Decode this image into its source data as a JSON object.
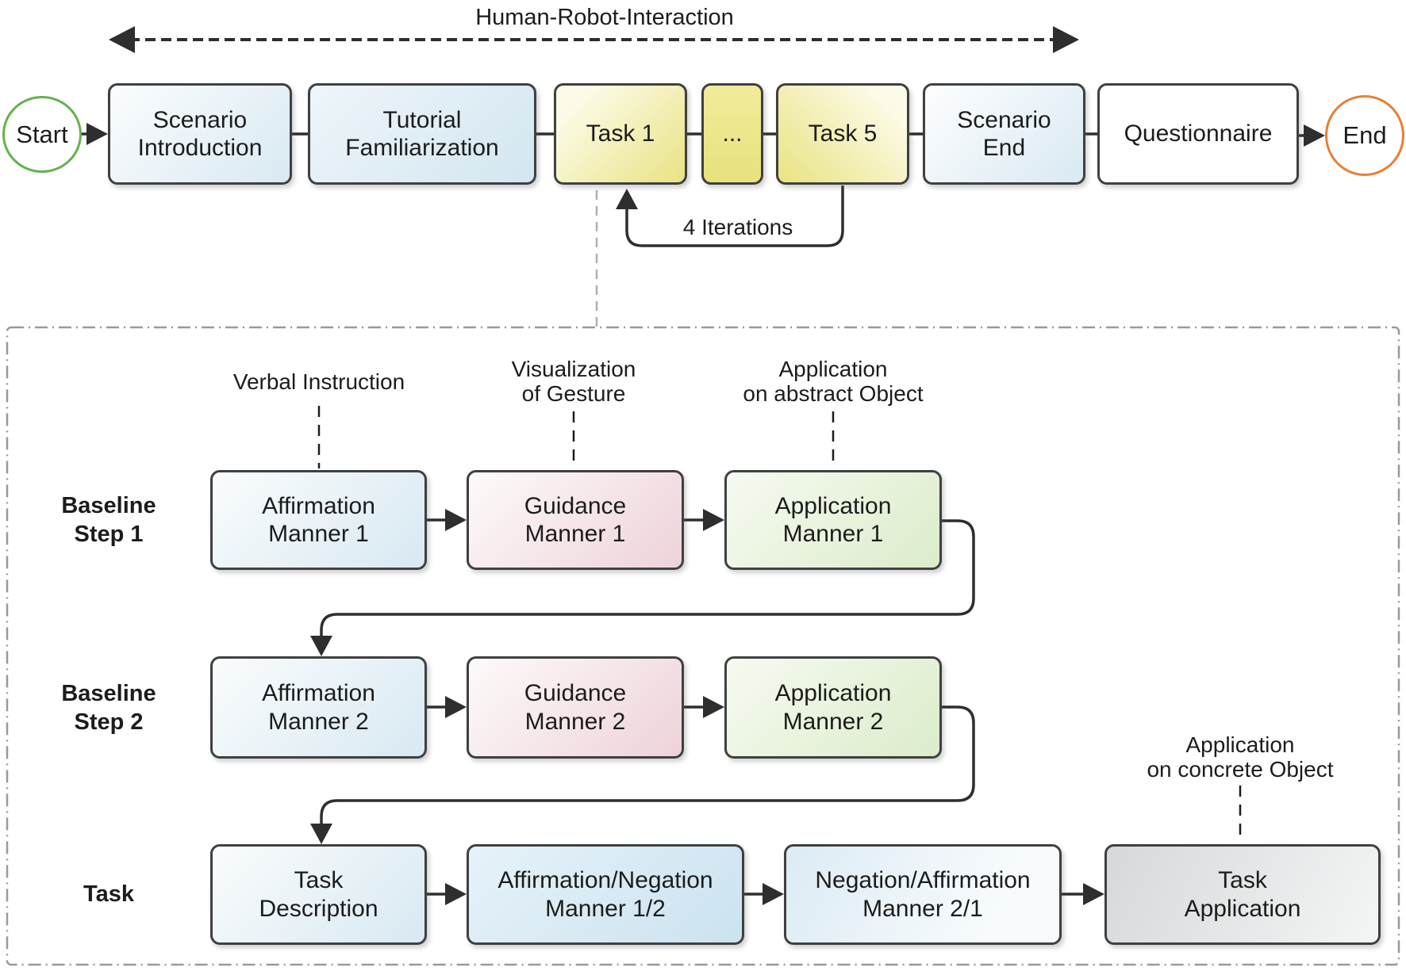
{
  "top_flow": {
    "hri_label": "Human-Robot-Interaction",
    "iterations_label": "4 Iterations",
    "start_label": "Start",
    "end_label": "End",
    "steps": [
      {
        "label": "Scenario\nIntroduction"
      },
      {
        "label": "Tutorial\nFamiliarization"
      },
      {
        "label": "Task 1"
      },
      {
        "label": "..."
      },
      {
        "label": "Task 5"
      },
      {
        "label": "Scenario\nEnd"
      },
      {
        "label": "Questionnaire"
      }
    ]
  },
  "detail": {
    "column_annotations": [
      {
        "label": "Verbal Instruction"
      },
      {
        "label": "Visualization\nof Gesture"
      },
      {
        "label": "Application\non abstract Object"
      },
      {
        "label": "Application\non concrete Object"
      }
    ],
    "rows": [
      {
        "label": "Baseline\nStep 1",
        "boxes": [
          "Affirmation\nManner 1",
          "Guidance\nManner 1",
          "Application\nManner 1"
        ]
      },
      {
        "label": "Baseline\nStep 2",
        "boxes": [
          "Affirmation\nManner 2",
          "Guidance\nManner 2",
          "Application\nManner 2"
        ]
      },
      {
        "label": "Task",
        "boxes": [
          "Task\nDescription",
          "Affirmation/Negation\nManner 1/2",
          "Negation/Affirmation\nManner 2/1",
          "Task\nApplication"
        ]
      }
    ]
  },
  "colors": {
    "start_border": "#66b14e",
    "end_border": "#e87f35",
    "box_border": "#3f4041",
    "wire": "#2e2e2e",
    "guide_dash": "#b0b0b0",
    "container_dash": "#9a9a9a",
    "fill_blue": "#d8e9f2",
    "fill_yellow": "#e9e383",
    "fill_pink": "#eed3d9",
    "fill_green": "#dcecca",
    "fill_saturated_blue": "#cbe3f0",
    "fill_gray": "#d6d8da"
  }
}
